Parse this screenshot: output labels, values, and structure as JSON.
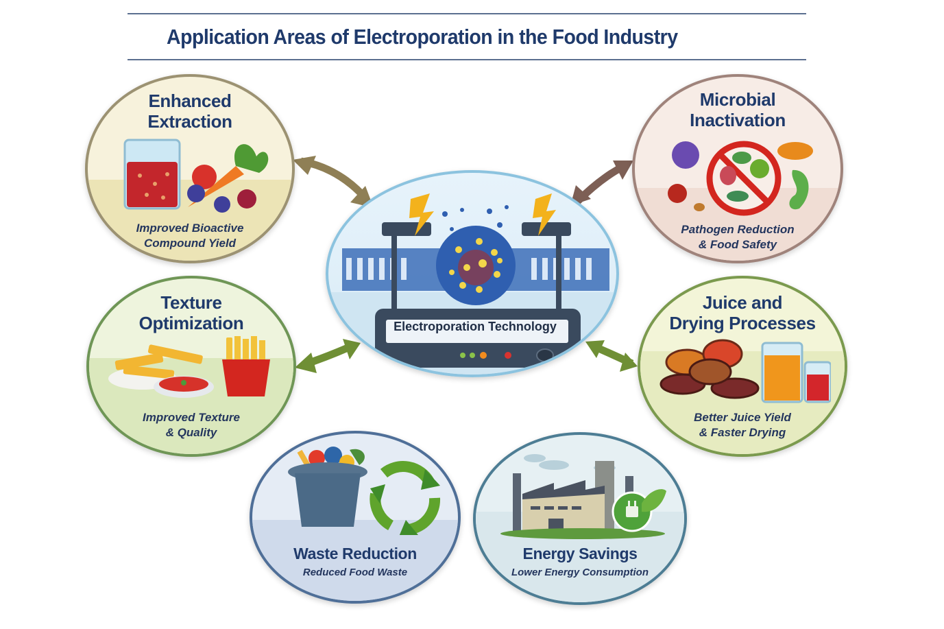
{
  "title": "Application Areas of Electroporation in the Food Industry",
  "center": {
    "label": "Electroporation Technology",
    "icon": "electroporation-device-icon"
  },
  "nodes": [
    {
      "id": "enhanced-extraction",
      "title_lines": [
        "Enhanced",
        "Extraction"
      ],
      "subtitle_lines": [
        "Improved Bioactive",
        "Compound Yield"
      ],
      "icon": "beaker-vegetables-icon",
      "border_color": "#9c9272",
      "bg_color": "#f7f2dc"
    },
    {
      "id": "microbial-inactivation",
      "title_lines": [
        "Microbial",
        "Inactivation"
      ],
      "subtitle_lines": [
        "Pathogen Reduction",
        "& Food Safety"
      ],
      "icon": "no-microbes-icon",
      "border_color": "#9f837b",
      "bg_color": "#f7ece6"
    },
    {
      "id": "texture-optimization",
      "title_lines": [
        "Texture",
        "Optimization"
      ],
      "subtitle_lines": [
        "Improved Texture",
        "& Quality"
      ],
      "icon": "french-fries-icon",
      "border_color": "#6f9656",
      "bg_color": "#eef4dd"
    },
    {
      "id": "juice-drying",
      "title_lines": [
        "Juice and",
        "Drying Processes"
      ],
      "subtitle_lines": [
        "Better Juice Yield",
        "& Faster Drying"
      ],
      "icon": "dried-fruit-juice-icon",
      "border_color": "#7b9a4e",
      "bg_color": "#f3f5d8"
    },
    {
      "id": "waste-reduction",
      "title_lines": [
        "Waste Reduction"
      ],
      "subtitle_lines": [
        "Reduced Food Waste"
      ],
      "icon": "waste-bin-recycle-icon",
      "border_color": "#4f6f98",
      "bg_color": "#e5ecf5"
    },
    {
      "id": "energy-savings",
      "title_lines": [
        "Energy Savings"
      ],
      "subtitle_lines": [
        "Lower Energy Consumption"
      ],
      "icon": "factory-green-plug-icon",
      "border_color": "#4d7d94",
      "bg_color": "#e6f0f3"
    }
  ],
  "arrows": [
    {
      "from": "center",
      "to": "enhanced-extraction",
      "color": "#8f7f55"
    },
    {
      "from": "center",
      "to": "microbial-inactivation",
      "color": "#7d5f55"
    },
    {
      "from": "center",
      "to": "texture-optimization",
      "color": "#6f8f35"
    },
    {
      "from": "center",
      "to": "juice-drying",
      "color": "#6f8f35"
    }
  ]
}
